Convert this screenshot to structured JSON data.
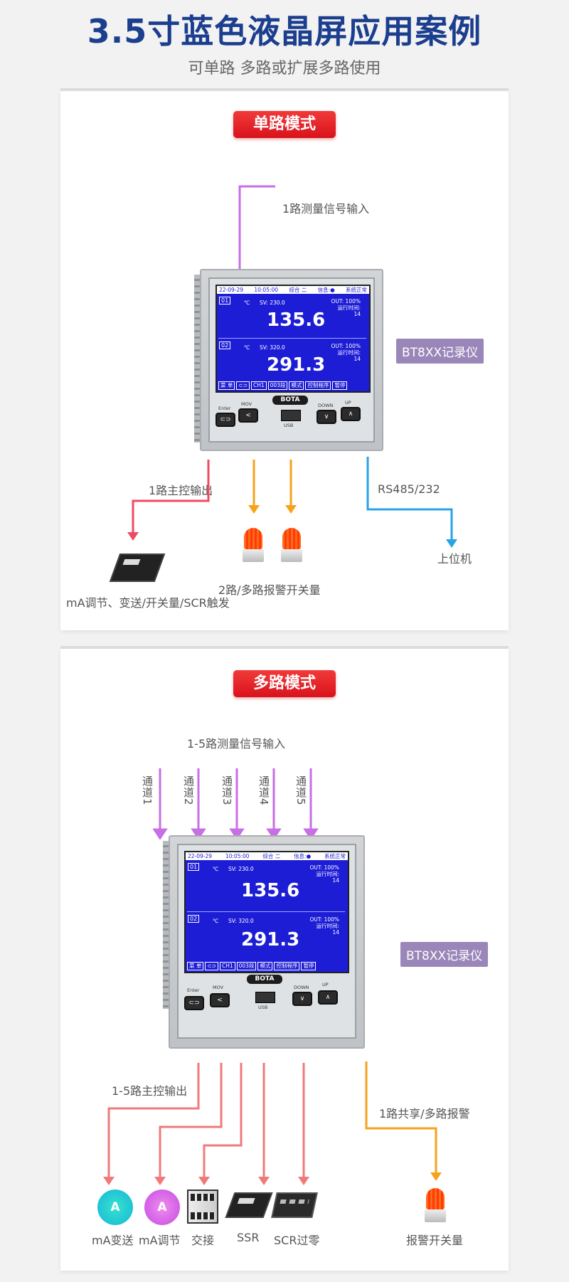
{
  "header": {
    "title": "3.5寸蓝色液晶屏应用案例",
    "subtitle": "可单路 多路或扩展多路使用"
  },
  "device": {
    "tag": "BT8XX记录仪",
    "screen": {
      "date": "22-09-29",
      "time": "10:05:00",
      "mode": "综合 二",
      "info": "信息:●",
      "status": "系统正常",
      "ch1": {
        "id": "01",
        "unit": "℃",
        "sv": "SV: 230.0",
        "out": "OUT: 100%",
        "runtime_label": "运行时间:",
        "runtime": "14",
        "value": "135.6"
      },
      "ch2": {
        "id": "02",
        "unit": "℃",
        "sv": "SV: 320.0",
        "out": "OUT: 100%",
        "runtime_label": "运行时间:",
        "runtime": "14",
        "value": "291.3"
      },
      "bottom": [
        "菜 单",
        "⊂⊃",
        "CH1",
        "003段",
        "模式",
        "控制程序",
        "暂停"
      ]
    },
    "logo": "BOTA",
    "buttons": {
      "enter": "Enter",
      "mov": "MOV",
      "usb": "USB",
      "down": "DOWN",
      "up": "UP"
    }
  },
  "single": {
    "pill": "单路模式",
    "input_label": "1路测量信号输入",
    "control_label": "1路主控输出",
    "rs_label": "RS485/232",
    "pc_label": "上位机",
    "alarm_label": "2路/多路报警开关量",
    "ssr_label": "mA调节、变送/开关量/SCR触发"
  },
  "multi": {
    "pill": "多路模式",
    "input_label": "1-5路测量信号输入",
    "channels": [
      "通道1",
      "通道2",
      "通道3",
      "通道4",
      "通道5"
    ],
    "control_label": "1-5路主控输出",
    "share_label": "1路共享/多路报警",
    "outputs": [
      "mA变送",
      "mA调节",
      "交接",
      "SSR",
      "SCR过零"
    ],
    "alarm_label": "报警开关量"
  },
  "colors": {
    "title": "#1b3e8e",
    "pill": "#e21b22",
    "purple": "#c86ee6",
    "red": "#f04a63",
    "orange": "#f7a21b",
    "blue": "#27a3e6",
    "salmon": "#f07a7a"
  }
}
